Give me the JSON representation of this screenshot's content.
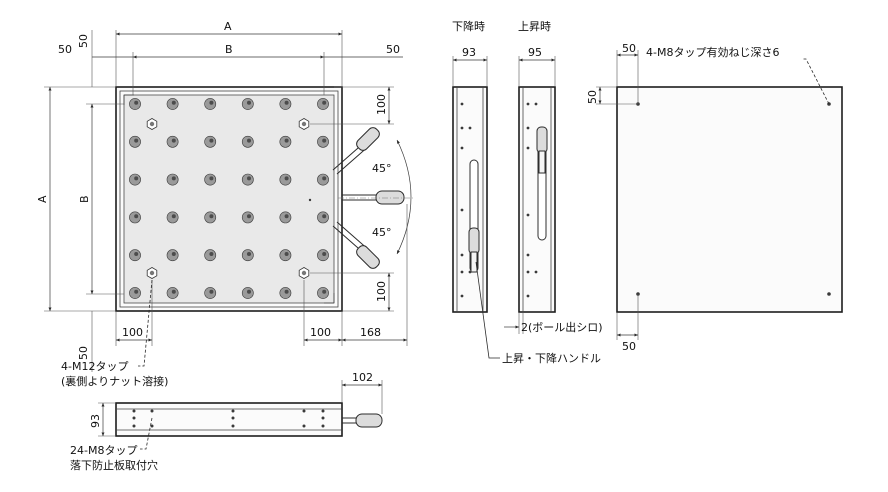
{
  "top_view": {
    "dim_A_top": "A",
    "dim_B_top": "B",
    "dim_50_left": "50",
    "dim_50_right": "50",
    "dim_50_top_vertical": "50",
    "dim_A_left": "A",
    "dim_B_left": "B",
    "dim_100_right_top": "100",
    "dim_100_right_bottom": "100",
    "dim_100_bottom_left": "100",
    "dim_100_bottom_right": "100",
    "dim_168": "168",
    "dim_50_bottom_vertical": "50",
    "angle_upper": "45°",
    "angle_lower": "45°",
    "hole_rows": 6,
    "hole_cols": 6
  },
  "notes": {
    "m12_tap_line1": "4-M12タップ",
    "m12_tap_line2": "(裏側よりナット溶接)",
    "m8_tap_line1": "24-M8タップ",
    "m8_tap_line2": "落下防止板取付穴",
    "handle_label": "上昇・下降ハンドル",
    "ball_protrusion": "2(ボール出シロ)",
    "m8_tap_effective": "4-M8タップ有効ねじ深さ6"
  },
  "side_views": {
    "lowered_title": "下降時",
    "raised_title": "上昇時",
    "lowered_width": "93",
    "raised_width": "95"
  },
  "bottom_view": {
    "dim_50_left": "50",
    "dim_50_top": "50",
    "dim_50_bottom": "50"
  },
  "front_view": {
    "dim_102": "102",
    "dim_93": "93"
  }
}
